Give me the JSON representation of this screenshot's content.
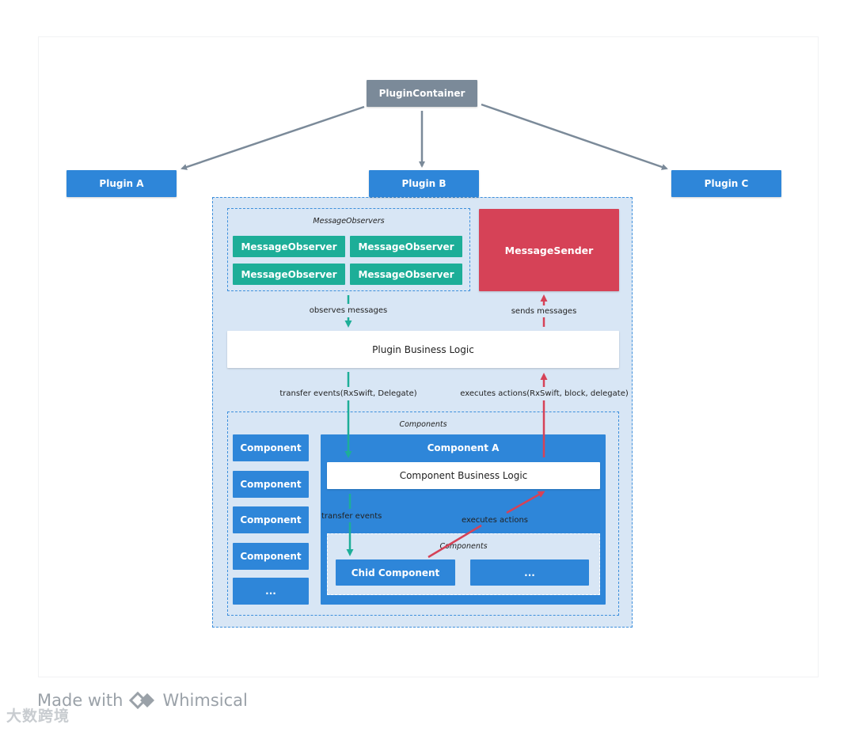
{
  "diagram": {
    "container": "PluginContainer",
    "plugins": [
      "Plugin A",
      "Plugin B",
      "Plugin C"
    ],
    "message_observers_title": "MessageObservers",
    "message_observers": [
      "MessageObserver",
      "MessageObserver",
      "MessageObserver",
      "MessageObserver"
    ],
    "message_sender": "MessageSender",
    "observes_label": "observes messages",
    "sends_label": "sends messages",
    "business_logic": "Plugin Business Logic",
    "transfer_events_label": "transfer events(RxSwift, Delegate)",
    "executes_actions_label": "executes actions(RxSwift, block, delegate)",
    "components_title": "Components",
    "components": [
      "Component",
      "Component",
      "Component",
      "Component",
      "..."
    ],
    "component_a": "Component A",
    "component_business_logic": "Component Business Logic",
    "inner_transfer_label": "transfer events",
    "inner_executes_label": "executes actions",
    "inner_components_title": "Components",
    "child_component": "Chid Component",
    "child_more": "..."
  },
  "footer": {
    "made_with": "Made with",
    "brand": "Whimsical",
    "watermark": "大数跨境"
  },
  "colors": {
    "gray": "#7b8a99",
    "blue": "#2e86d9",
    "teal": "#1dae98",
    "red": "#d64257",
    "region_bg": "#d8e6f5"
  }
}
